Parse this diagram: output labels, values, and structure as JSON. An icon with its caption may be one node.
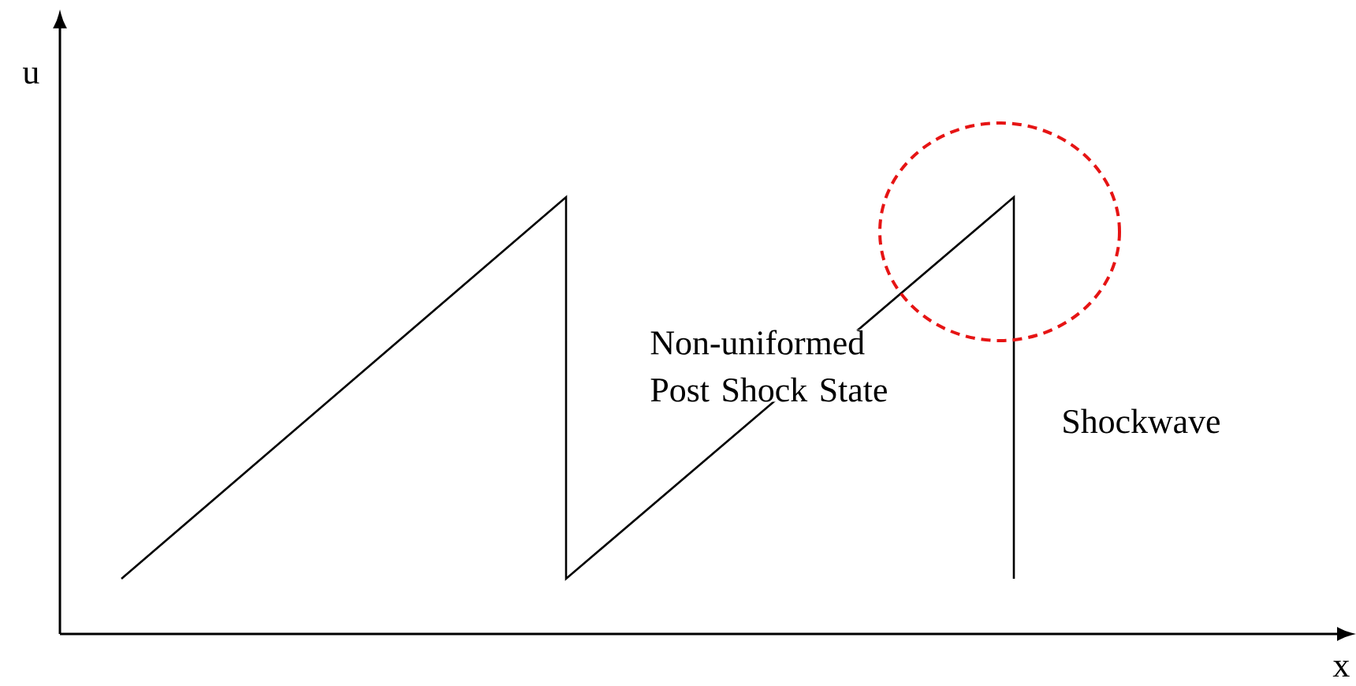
{
  "diagram": {
    "nodes": [
      {
        "text": [],
        "shape": "circle"
      }
    ],
    "labels": [
      "u",
      "Non-uniformed Post Shock State",
      "Shockwave",
      "x"
    ]
  }
}
